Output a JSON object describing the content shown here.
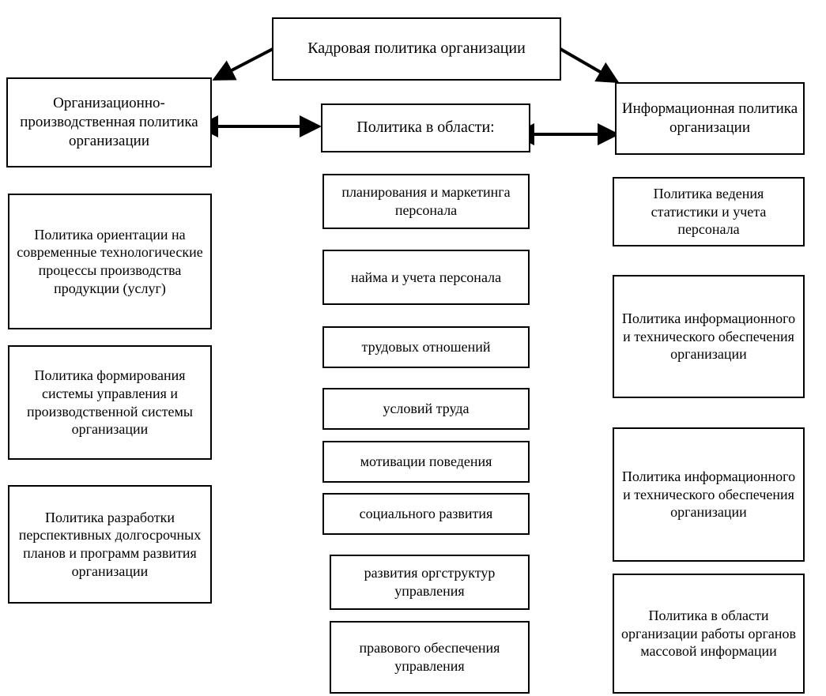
{
  "diagram": {
    "title": "Кадровая политика организации",
    "root": {
      "id": "root",
      "label": "Кадровая политика организации"
    },
    "columns": {
      "left": {
        "head": {
          "id": "left-head",
          "label": "Организационно-производственная политика организации"
        },
        "items": [
          {
            "id": "left-1",
            "label": "Политика ориентации на современные технологические процессы производства продукции (услуг)"
          },
          {
            "id": "left-2",
            "label": "Политика формирования системы управления и производственной системы организации"
          },
          {
            "id": "left-3",
            "label": "Политика разработки перспективных долгосрочных планов и программ развития организации"
          }
        ]
      },
      "center": {
        "head": {
          "id": "center-head",
          "label": "Политика  в области:"
        },
        "items": [
          {
            "id": "center-1",
            "label": "планирования и маркетинга персонала"
          },
          {
            "id": "center-2",
            "label": "найма и учета персонала"
          },
          {
            "id": "center-3",
            "label": "трудовых отношений"
          },
          {
            "id": "center-4",
            "label": "условий труда"
          },
          {
            "id": "center-5",
            "label": "мотивации поведения"
          },
          {
            "id": "center-6",
            "label": "социального развития"
          },
          {
            "id": "center-7",
            "label": "развития оргструктур управления"
          },
          {
            "id": "center-8",
            "label": "правового обеспечения управления"
          }
        ]
      },
      "right": {
        "head": {
          "id": "right-head",
          "label": "Информационная политика организации"
        },
        "items": [
          {
            "id": "right-1",
            "label": "Политика ведения статистики и учета персонала"
          },
          {
            "id": "right-2",
            "label": "Политика информационного и технического обеспечения организации"
          },
          {
            "id": "right-3",
            "label": "Политика информационного и технического обеспечения организации"
          },
          {
            "id": "right-4",
            "label": "Политика в области организации работы органов массовой информации"
          }
        ]
      }
    },
    "connectors": [
      {
        "id": "root-to-left",
        "kind": "arrow-single",
        "from": "root",
        "to": "left-head"
      },
      {
        "id": "root-to-right",
        "kind": "arrow-single",
        "from": "root",
        "to": "right-head"
      },
      {
        "id": "left-to-center",
        "kind": "arrow-double",
        "from": "left-head",
        "to": "center-head"
      },
      {
        "id": "center-to-right",
        "kind": "arrow-double",
        "from": "center-head",
        "to": "right-head"
      }
    ],
    "style": {
      "line_color": "#000000",
      "box_fill": "#ffffff",
      "background": "#ffffff"
    }
  }
}
